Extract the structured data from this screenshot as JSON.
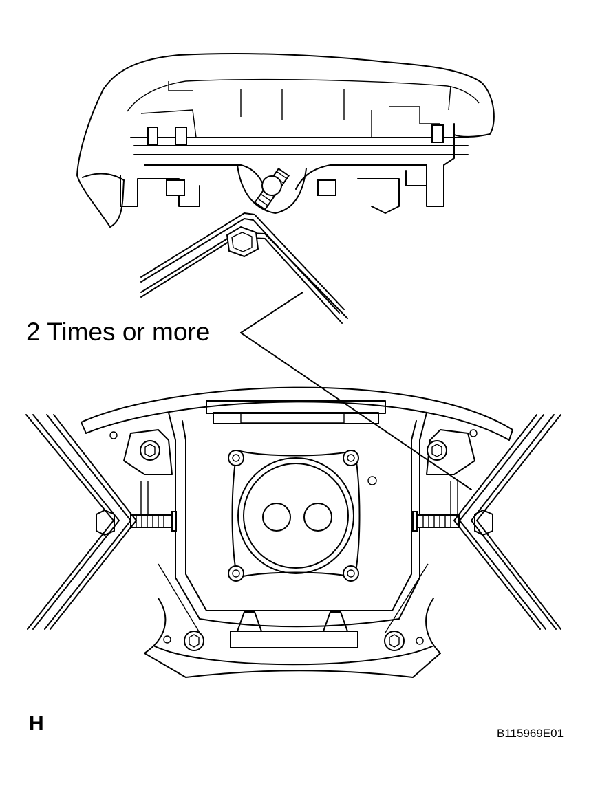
{
  "callout": {
    "text": "2 Times or more"
  },
  "figure": {
    "letter": "H",
    "code": "B115969E01"
  }
}
